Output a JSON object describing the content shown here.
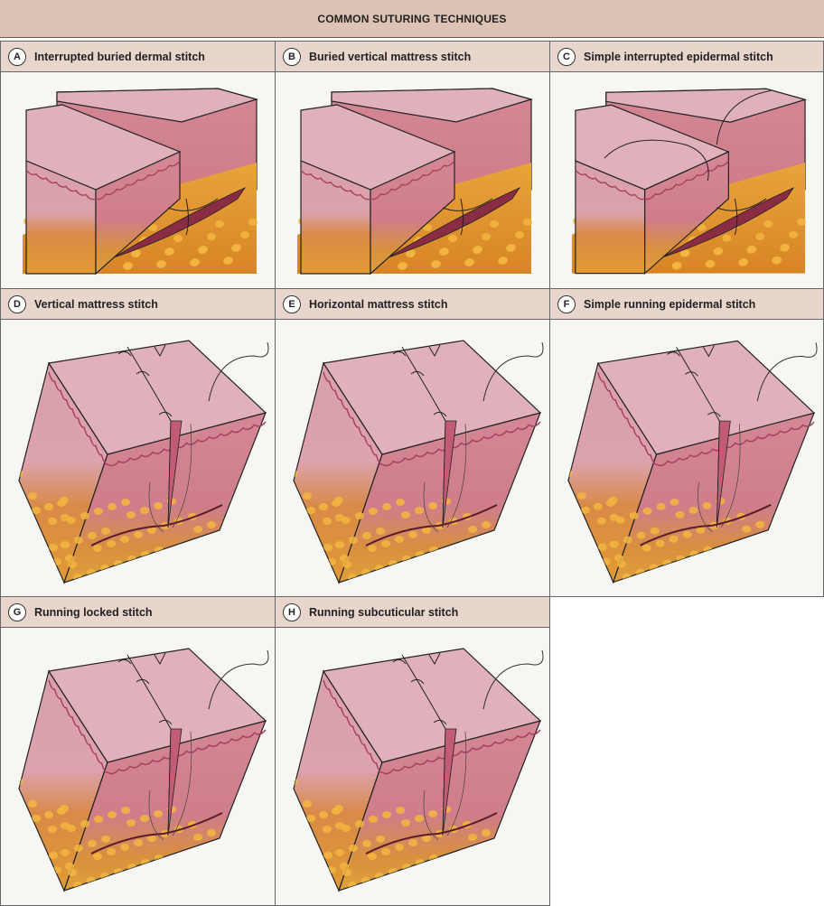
{
  "title": "COMMON SUTURING TECHNIQUES",
  "panels": [
    {
      "letter": "A",
      "label": "Interrupted buried dermal stitch"
    },
    {
      "letter": "B",
      "label": "Buried vertical mattress stitch"
    },
    {
      "letter": "C",
      "label": "Simple interrupted epidermal stitch"
    },
    {
      "letter": "D",
      "label": "Vertical mattress stitch"
    },
    {
      "letter": "E",
      "label": "Horizontal mattress stitch"
    },
    {
      "letter": "F",
      "label": "Simple running epidermal stitch"
    },
    {
      "letter": "G",
      "label": "Running locked stitch"
    },
    {
      "letter": "H",
      "label": "Running subcuticular stitch"
    }
  ]
}
